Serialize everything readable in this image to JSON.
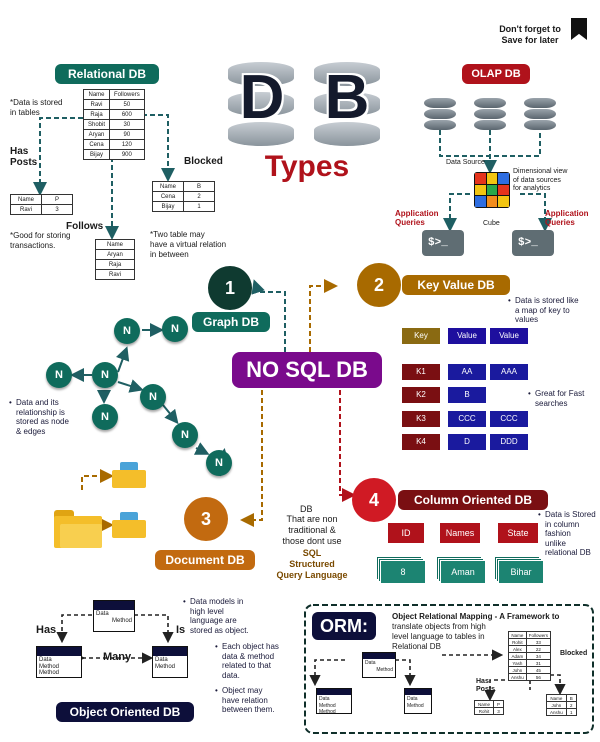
{
  "header": {
    "save_note": "Don't forget to\nSave for later",
    "title_letters": [
      "D",
      "B"
    ],
    "title_word": "Types"
  },
  "relational": {
    "title": "Relational DB",
    "note1": "*Data is stored\nin tables",
    "has_posts": "Has\nPosts",
    "note2": "*Good for storing\ntransactions.",
    "follows": "Follows",
    "blocked": "Blocked",
    "note3": "*Two table may\nhave a virtual relation\nin between",
    "main_table": {
      "headers": [
        "Name",
        "Followers"
      ],
      "rows": [
        [
          "Ravi",
          "50"
        ],
        [
          "Raja",
          "600"
        ],
        [
          "Shobit",
          "30"
        ],
        [
          "Aryan",
          "90"
        ],
        [
          "Cena",
          "120"
        ],
        [
          "Bijay",
          "900"
        ]
      ]
    },
    "posts_table": {
      "headers": [
        "Name",
        "P"
      ],
      "rows": [
        [
          "Ravi",
          "3"
        ]
      ]
    },
    "follows_table": {
      "headers": [
        "Name"
      ],
      "rows": [
        [
          "Aryan"
        ],
        [
          "Raja"
        ],
        [
          "Ravi"
        ]
      ]
    },
    "blocked_table": {
      "headers": [
        "Name",
        "B"
      ],
      "rows": [
        [
          "Cena",
          "2"
        ],
        [
          "Bijay",
          "1"
        ]
      ]
    }
  },
  "olap": {
    "title": "OLAP DB",
    "data_source": "Data Source",
    "dimensional": "Dimensional view\nof data sources\nfor analytics",
    "cube": "Cube",
    "app_left": "Application\nQueries",
    "app_right": "Application\nQueries",
    "prompt": "$>_"
  },
  "nosql": {
    "title": "NO SQL DB",
    "desc_db": "DB",
    "desc": "That are non\ntraditional &\nthose dont use",
    "desc_sql": "SQL\nStructured\nQuery Language"
  },
  "graph": {
    "number": "1",
    "title": "Graph DB",
    "node_label": "N",
    "note": "Data and its\nrelationship is\nstored as node\n& edges"
  },
  "keyvalue": {
    "number": "2",
    "title": "Key Value  DB",
    "note1": "Data is stored like\na map of key to\nvalues",
    "note2": "Great for Fast\nsearches",
    "header": [
      "Key",
      "Value",
      "Value"
    ],
    "rows": [
      [
        "K1",
        "AA",
        "AAA"
      ],
      [
        "K2",
        "B",
        ""
      ],
      [
        "K3",
        "CCC",
        "CCC"
      ],
      [
        "K4",
        "D",
        "DDD"
      ]
    ],
    "colors": {
      "key": "#8a6a12",
      "value": "#1e0f9e",
      "row_key": "#7a0f12",
      "row_value": "#1a1a9e"
    }
  },
  "document": {
    "number": "3",
    "title": "Document DB"
  },
  "column": {
    "number": "4",
    "title": "Column Oriented DB",
    "headers": [
      "ID",
      "Names",
      "State"
    ],
    "values": [
      "8",
      "Aman",
      "Bihar"
    ],
    "note": "Data is Stored\nin column\nfashion\nunlike\nrelational DB"
  },
  "oo": {
    "title": "Object Oriented DB",
    "has": "Has",
    "is": "Is",
    "many": "Many",
    "box_data": "Data",
    "box_method": "Method",
    "box_method_method": "Method Method",
    "notes": [
      "Data models in\nhigh level\nlanguage are\nstored as object.",
      "Each object has\ndata & method\nrelated to that\ndata.",
      "Object may\nhave relation\nbetween them."
    ]
  },
  "orm": {
    "title": "ORM:",
    "desc_bold": "Object Relational Mapping - A Framework to",
    "desc": "translate objects from high\nlevel language to tables in\nRelational DB",
    "blocked": "Blocked",
    "has_posts": "Has\nPosts",
    "table": {
      "headers": [
        "Name",
        "Followers"
      ],
      "rows": [
        [
          "Rohit",
          "33"
        ],
        [
          "Alex",
          "22"
        ],
        [
          "Adam",
          "34"
        ],
        [
          "Yash",
          "31"
        ],
        [
          "John",
          "45"
        ],
        [
          "Anshu",
          "56"
        ]
      ]
    },
    "posts": {
      "headers": [
        "Name",
        "P"
      ],
      "rows": [
        [
          "Rohit",
          "3"
        ]
      ]
    },
    "blocked_table": {
      "headers": [
        "Name",
        "B"
      ],
      "rows": [
        [
          "John",
          "2"
        ],
        [
          "Anshu",
          "1"
        ]
      ]
    }
  }
}
